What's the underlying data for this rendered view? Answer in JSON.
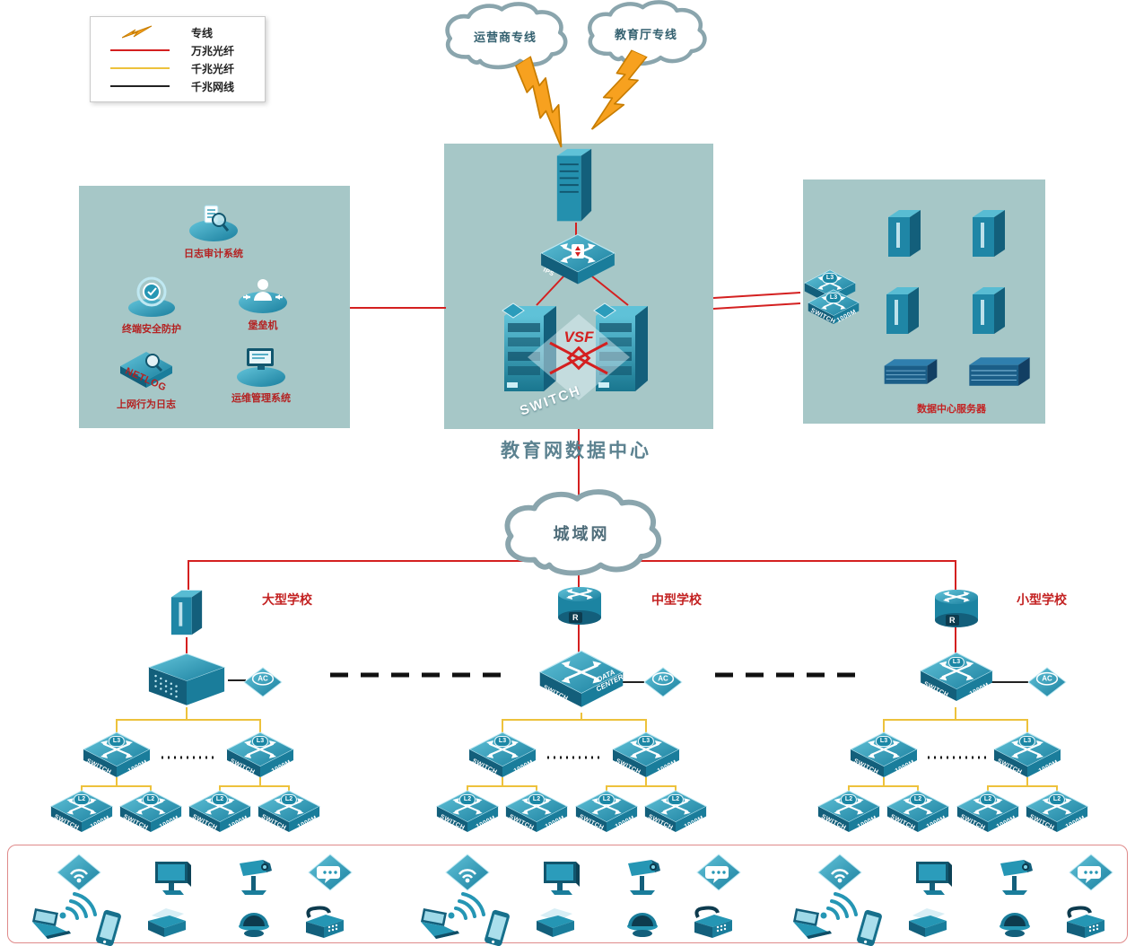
{
  "legend": {
    "items": [
      {
        "label": "专线",
        "type": "lightning"
      },
      {
        "label": "万兆光纤",
        "type": "line",
        "color": "#d42020"
      },
      {
        "label": "千兆光纤",
        "type": "line",
        "color": "#edc23c"
      },
      {
        "label": "千兆网线",
        "type": "line",
        "color": "#222222"
      }
    ]
  },
  "clouds": {
    "isp": "运营商专线",
    "edu": "教育厅专线",
    "man": "城域网"
  },
  "datacenter": {
    "title": "教育网数据中心",
    "vsf": "VSF",
    "ips": "IPS",
    "switch_text": "SWITCH"
  },
  "security_zone": {
    "items": [
      {
        "label": "日志审计系统"
      },
      {
        "label": "终端安全防护"
      },
      {
        "label": "堡垒机"
      },
      {
        "label": "上网行为日志"
      },
      {
        "label": "运维管理系统"
      }
    ],
    "netlog_text": "NETLOG"
  },
  "server_zone": {
    "label": "数据中心服务器"
  },
  "schools": [
    {
      "name": "大型学校"
    },
    {
      "name": "中型学校"
    },
    {
      "name": "小型学校"
    }
  ],
  "labels": {
    "switch": "SWITCH",
    "m1000": "1000M",
    "l3": "L3",
    "l2": "L2",
    "ac": "AC",
    "r": "R",
    "data": "DATA",
    "center": "CENTER"
  },
  "colors": {
    "red_10g": "#d42020",
    "yellow_1g": "#edc23c",
    "black_1g": "#222222",
    "zone_bg": "#a6c7c7",
    "device_teal": "#1f8fae",
    "bolt_orange": "#f7a11f"
  }
}
